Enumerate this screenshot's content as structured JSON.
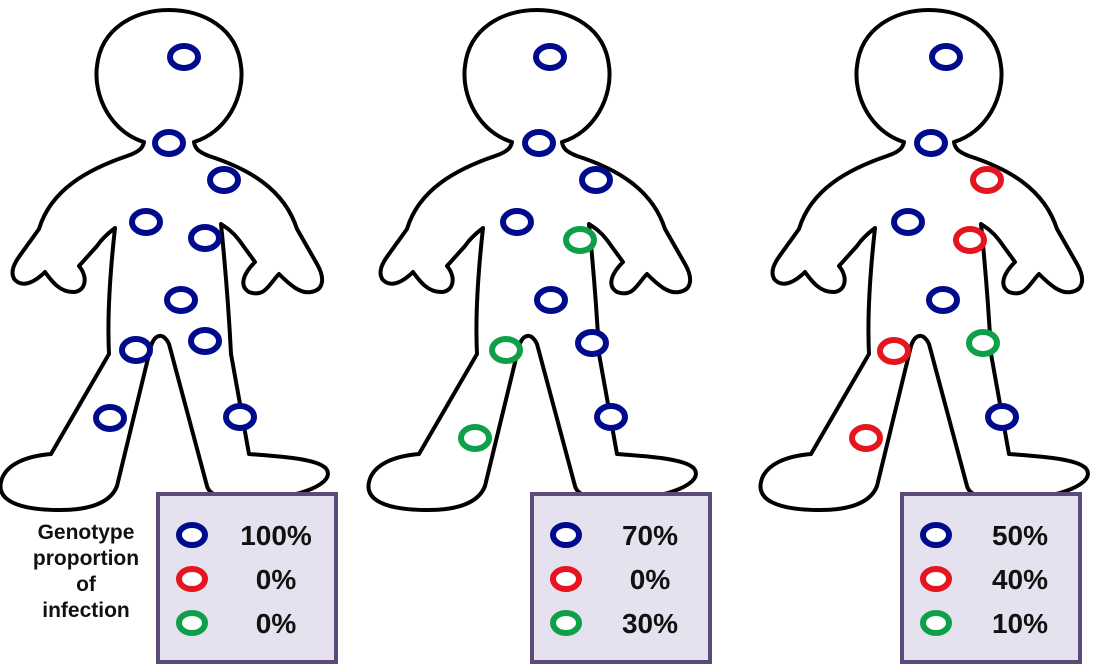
{
  "colors": {
    "genotype_blue": "#000a8c",
    "genotype_red": "#e6141e",
    "genotype_green": "#0da048",
    "legend_fill": "#e5e1ee",
    "legend_border": "#5c4a7a"
  },
  "side_label": {
    "lines": [
      "Genotype",
      "proportion",
      "of",
      "infection"
    ]
  },
  "figures": [
    {
      "markers": [
        "blue",
        "blue",
        "blue",
        "blue",
        "blue",
        "blue",
        "blue",
        "blue",
        "blue",
        "blue"
      ],
      "legend": {
        "blue": "100%",
        "red": "0%",
        "green": "0%"
      }
    },
    {
      "markers": [
        "blue",
        "blue",
        "blue",
        "blue",
        "green",
        "blue",
        "blue",
        "green",
        "green",
        "blue"
      ],
      "legend": {
        "blue": "70%",
        "red": "0%",
        "green": "30%"
      }
    },
    {
      "markers": [
        "blue",
        "blue",
        "red",
        "blue",
        "red",
        "blue",
        "red",
        "green",
        "red",
        "blue"
      ],
      "legend": {
        "blue": "50%",
        "red": "40%",
        "green": "10%"
      }
    }
  ]
}
